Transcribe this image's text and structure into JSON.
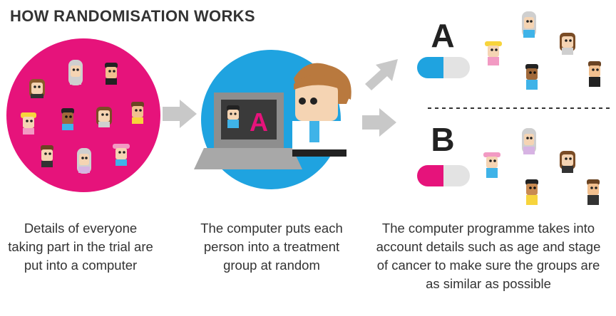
{
  "title": "HOW RANDOMISATION WORKS",
  "group_a_label": "A",
  "group_b_label": "B",
  "screen_label": "A",
  "captions": {
    "step1": "Details of everyone taking part in the trial are put into a computer",
    "step2": "The computer puts each person into a treatment group at random",
    "step3": "The computer programme takes into account details such as age and stage of cancer to make sure the groups are as similar as possible"
  },
  "colors": {
    "magenta": "#e6137b",
    "cyan": "#1fa3e0",
    "arrow_grey": "#c8c8c8",
    "text": "#333333"
  }
}
